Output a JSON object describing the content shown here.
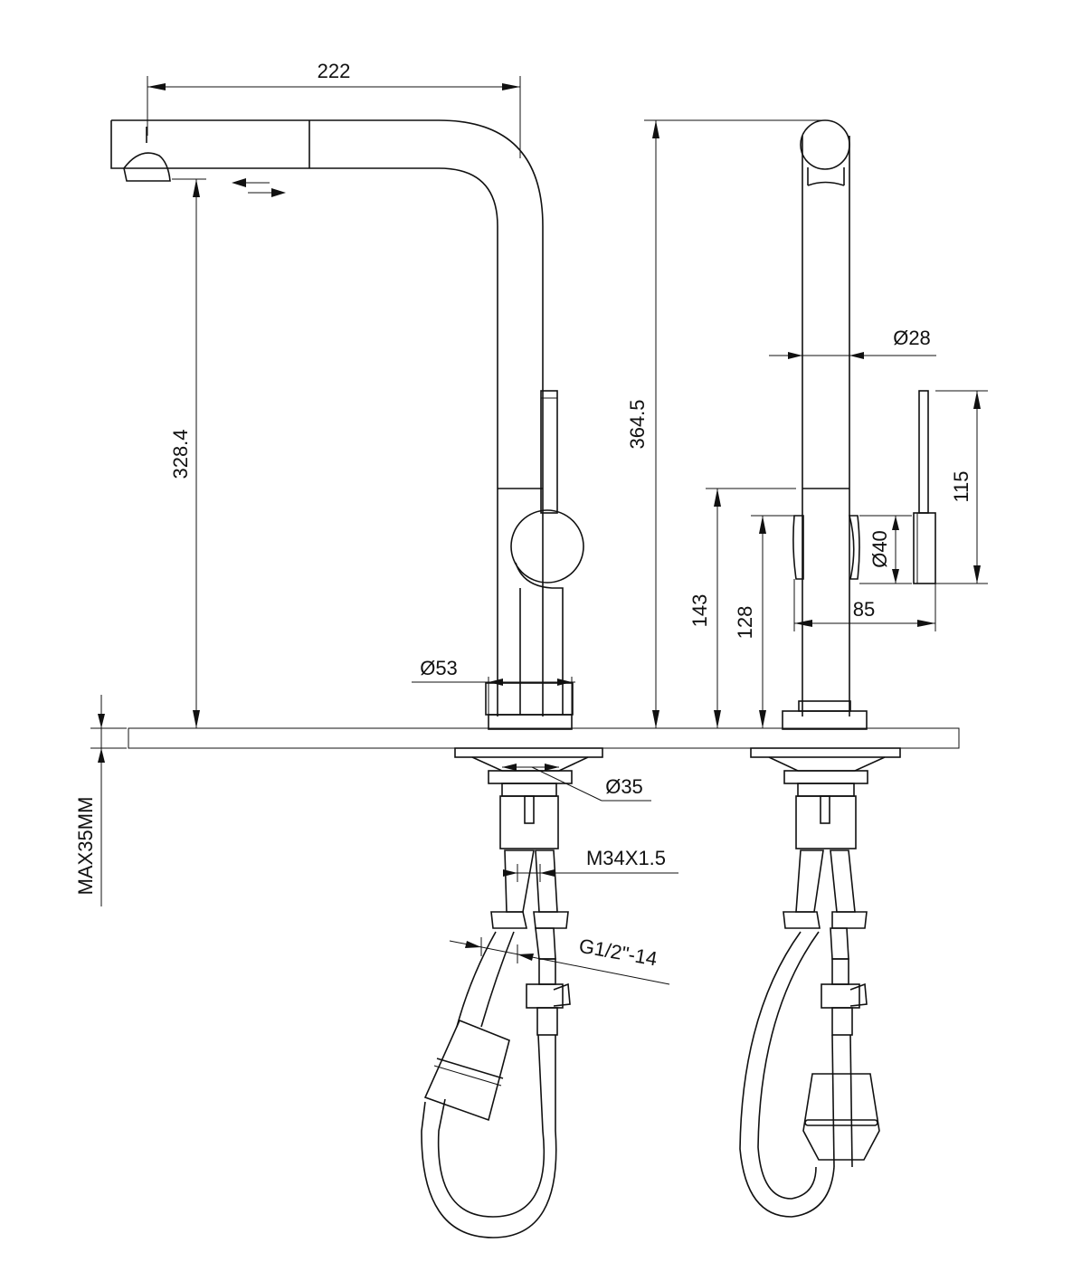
{
  "dimensions": {
    "spout_reach": "222",
    "spout_height": "328.4",
    "total_height": "364.5",
    "body_diameter": "Ø28",
    "handle_length": "115",
    "handle_diameter": "Ø40",
    "handle_projection": "85",
    "lever_height": "143",
    "handle_base_height": "128",
    "base_diameter": "Ø53",
    "shank_diameter": "Ø35",
    "thread": "M34X1.5",
    "hose_thread": "G1/2\"-14",
    "max_thickness": "MAX35MM"
  }
}
